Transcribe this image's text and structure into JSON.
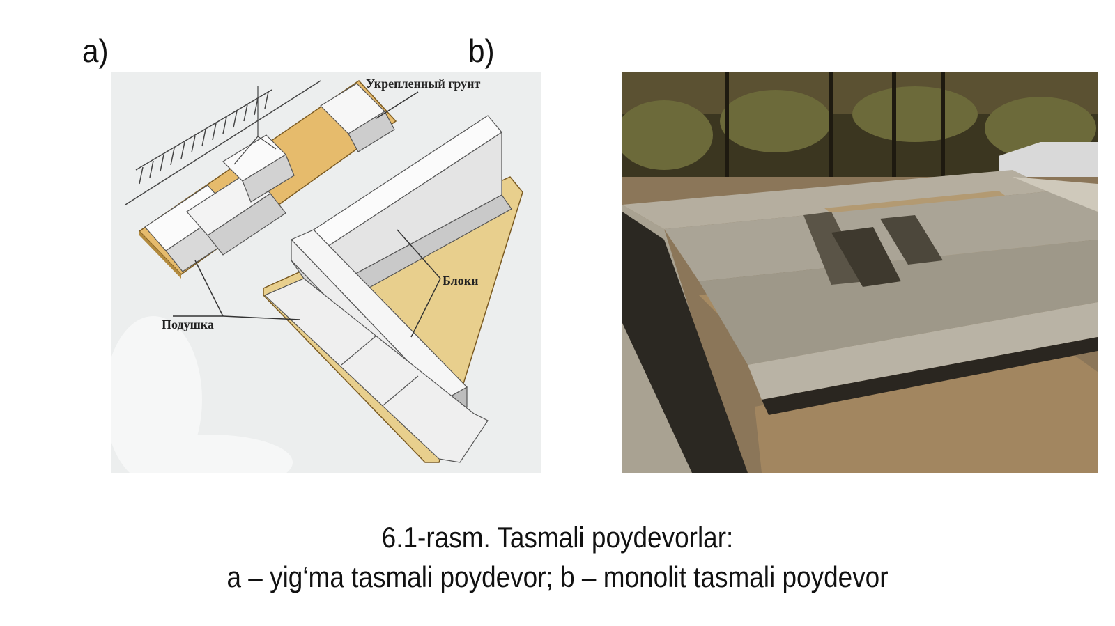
{
  "panels": {
    "a": {
      "label": "a)"
    },
    "b": {
      "label": "b)"
    }
  },
  "diagram_a": {
    "annotations": {
      "reinforced_soil": "Укрепленный грунт",
      "blocks": "Блоки",
      "cushion": "Подушка"
    }
  },
  "caption": {
    "title": "6.1-rasm. Tasmali poydevorlar:",
    "description": "a – yig‘ma tasmali poydevor; b – monolit tasmali poydevor"
  },
  "colors": {
    "sand_layer": "#e6bb6c",
    "concrete": "#aaa496",
    "soil": "#a28660",
    "block_face": "#f2f2f2"
  }
}
